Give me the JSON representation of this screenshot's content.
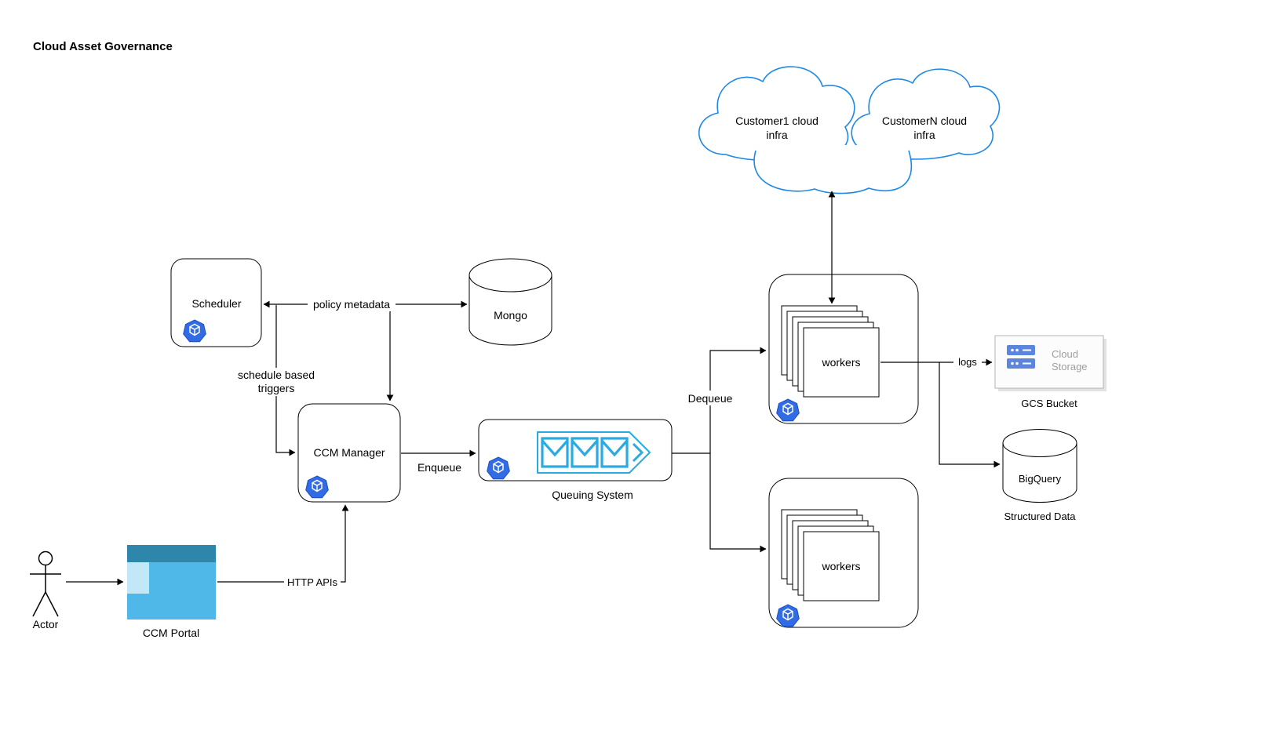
{
  "title": "Cloud Asset Governance",
  "nodes": {
    "actor": {
      "label": "Actor"
    },
    "ccm_portal": {
      "label": "CCM Portal"
    },
    "scheduler": {
      "label": "Scheduler"
    },
    "ccm_manager": {
      "label": "CCM Manager"
    },
    "mongo": {
      "label": "Mongo"
    },
    "queuing_system": {
      "label": "Queuing System"
    },
    "workers_primary": {
      "label": "workers"
    },
    "workers_secondary": {
      "label": "workers"
    },
    "customer1_cloud": {
      "label_line1": "Customer1 cloud",
      "label_line2": "infra"
    },
    "customerN_cloud": {
      "label_line1": "CustomerN cloud",
      "label_line2": "infra"
    },
    "gcs_bucket": {
      "icon_text_line1": "Cloud",
      "icon_text_line2": "Storage",
      "label": "GCS Bucket"
    },
    "bigquery": {
      "label": "BigQuery",
      "sublabel": "Structured Data"
    }
  },
  "edges": {
    "portal_to_manager": {
      "label": "HTTP APIs"
    },
    "scheduler_to_manager": {
      "label_line1": "schedule based",
      "label_line2": "triggers"
    },
    "manager_to_mongo": {
      "label": "policy metadata"
    },
    "manager_to_queue": {
      "label": "Enqueue"
    },
    "queue_to_workers": {
      "label": "Dequeue"
    },
    "workers_to_gcs": {
      "label": "logs"
    }
  },
  "icons": {
    "kubernetes": "kubernetes-icon",
    "envelope": "message-envelope-icon",
    "server": "storage-server-icon",
    "cloud": "cloud-shape",
    "database": "database-cylinder"
  },
  "colors": {
    "cloud_stroke": "#1e88e5",
    "queue_blue": "#29abe2",
    "kubernetes_blue": "#326ce5",
    "kubernetes_border": "#1a4fc4",
    "gcs_server_blue": "#5c85de",
    "portal_header": "#2e86ab",
    "portal_sidebar": "#c2e8f8",
    "portal_body": "#4fb8e8",
    "line": "#000000"
  }
}
